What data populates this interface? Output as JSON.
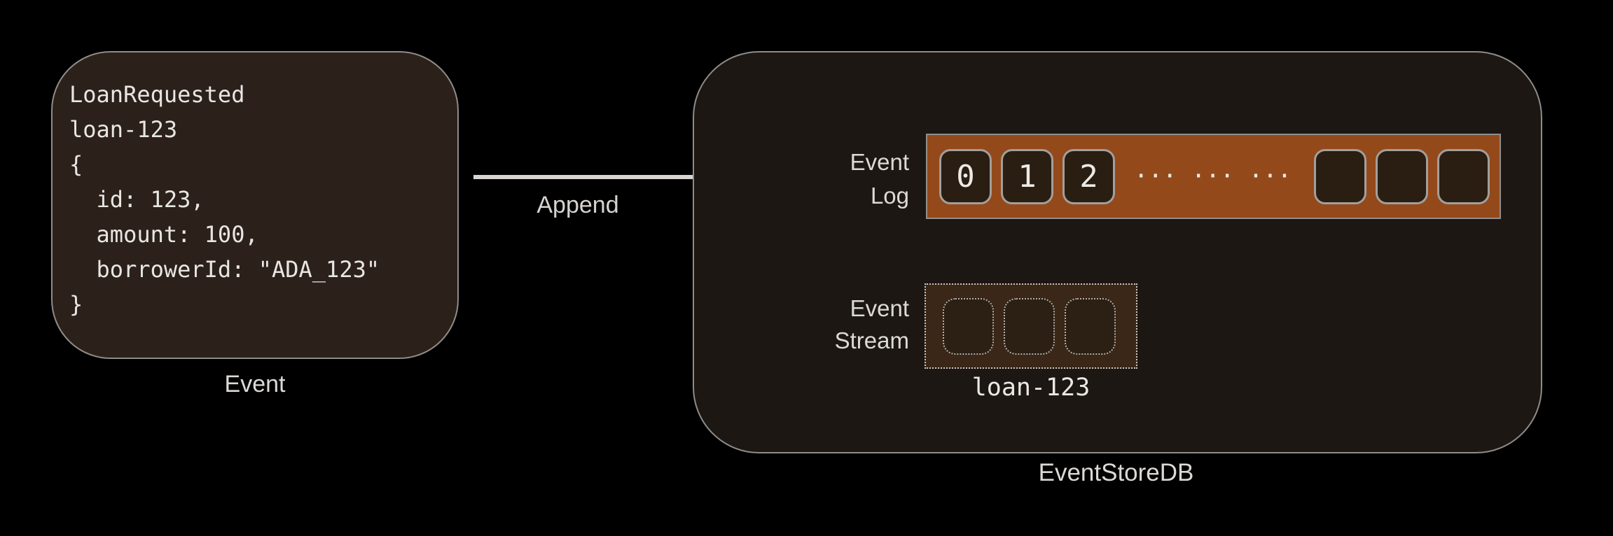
{
  "event_card": {
    "code_lines": [
      "LoanRequested",
      "loan-123",
      "{",
      "  id: 123,",
      "  amount: 100,",
      "  borrowerId: \"ADA_123\"",
      "}"
    ],
    "caption": "Event"
  },
  "append_arrow": {
    "label": "Append"
  },
  "event_store": {
    "caption": "EventStoreDB",
    "event_log": {
      "label_line1": "Event",
      "label_line2": "Log",
      "cells": [
        "0",
        "1",
        "2"
      ],
      "ellipsis": "··· ··· ···",
      "trailing_empty_cells": 3
    },
    "event_stream": {
      "label_line1": "Event",
      "label_line2": "Stream",
      "empty_cells": 3,
      "stream_name": "loan-123"
    }
  },
  "colors": {
    "bg": "#000000",
    "card_brown": "#2b211a",
    "store_bg": "#1c1713",
    "accent_orange": "#94491a",
    "cell_brown": "#2a1d12",
    "stream_fill": "#3a2717",
    "border_gray": "#8f8c89",
    "line_gray": "#d8d5d1"
  }
}
